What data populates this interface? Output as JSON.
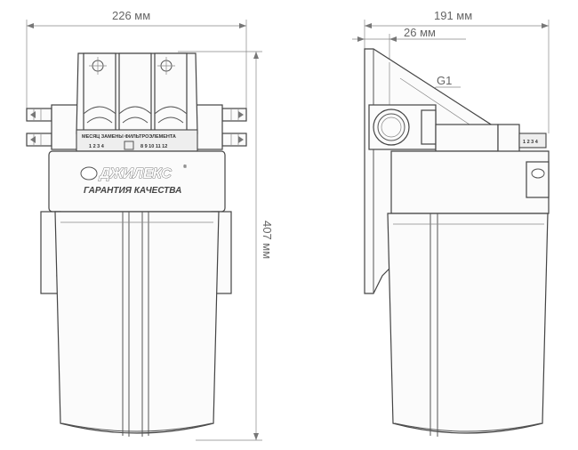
{
  "dimensions": {
    "front_width": "226 мм",
    "side_width": "191 мм",
    "offset": "26 мм",
    "height": "407 мм",
    "thread": "G1"
  },
  "label": {
    "brand": "ДЖИЛЕКС",
    "slogan": "ГАРАНТИЯ КАЧЕСТВА",
    "registered_mark": "®",
    "date_header": "МЕСЯЦ ЗАМЕНЫ ФИЛЬТРОЭЛЕМЕНТА",
    "month_numbers_left": "1 2 3 4",
    "month_numbers_right": "8 9 10 11 12",
    "month_numbers_side": "1 2 3 4"
  },
  "colors": {
    "line": "#555555",
    "dimension_text": "#666666",
    "background": "#ffffff"
  },
  "icons": [
    "mounting-hole-icon",
    "flow-arrow-icon",
    "logo-drop-icon"
  ]
}
